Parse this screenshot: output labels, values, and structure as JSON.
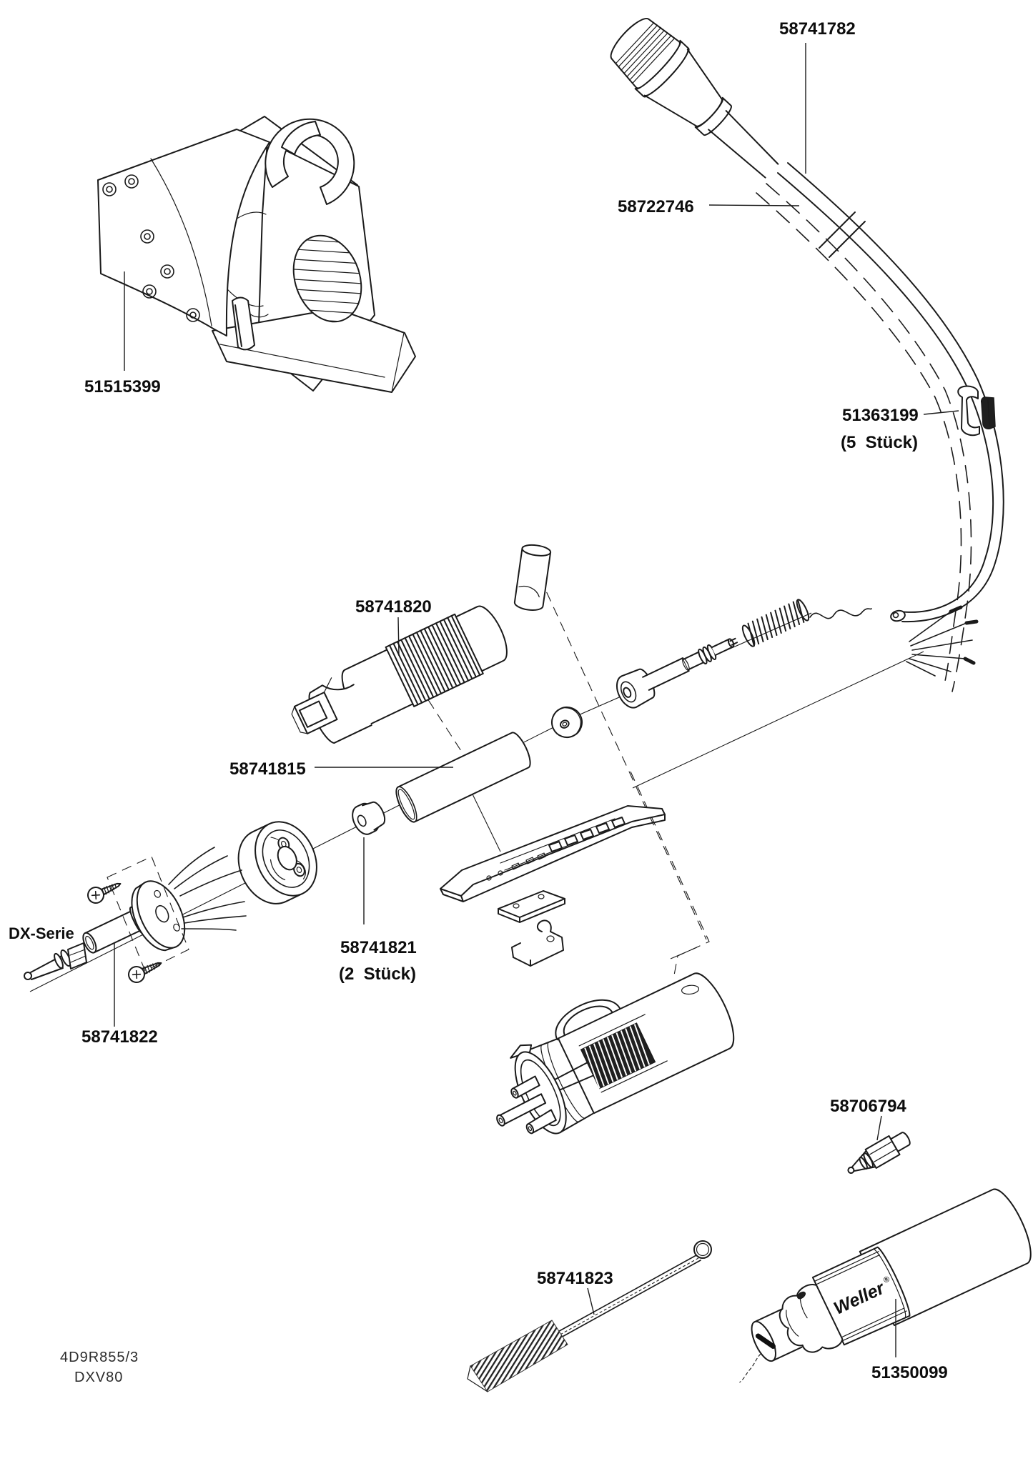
{
  "labels": {
    "stand": "51515399",
    "cord": "58741782",
    "cord_alt": "58722746",
    "clamp": "51363199",
    "clamp_qty": "(5  Stück)",
    "heater": "58741820",
    "glass_tube": "58741815",
    "seal": "58741821",
    "seal_qty": "(2  Stück)",
    "series": "DX-Serie",
    "tip_holder": "58741822",
    "stop_nozzle": "58706794",
    "brush": "58741823",
    "cleaning_tool": "51350099"
  },
  "footer": {
    "drawing_number": "4D9R855/3",
    "model": "DXV80"
  },
  "brand": {
    "logo": "Weller",
    "registered": "®"
  },
  "colors": {
    "line": "#1a1a1a",
    "background": "#ffffff",
    "dark_fill": "#1f1f1f"
  }
}
